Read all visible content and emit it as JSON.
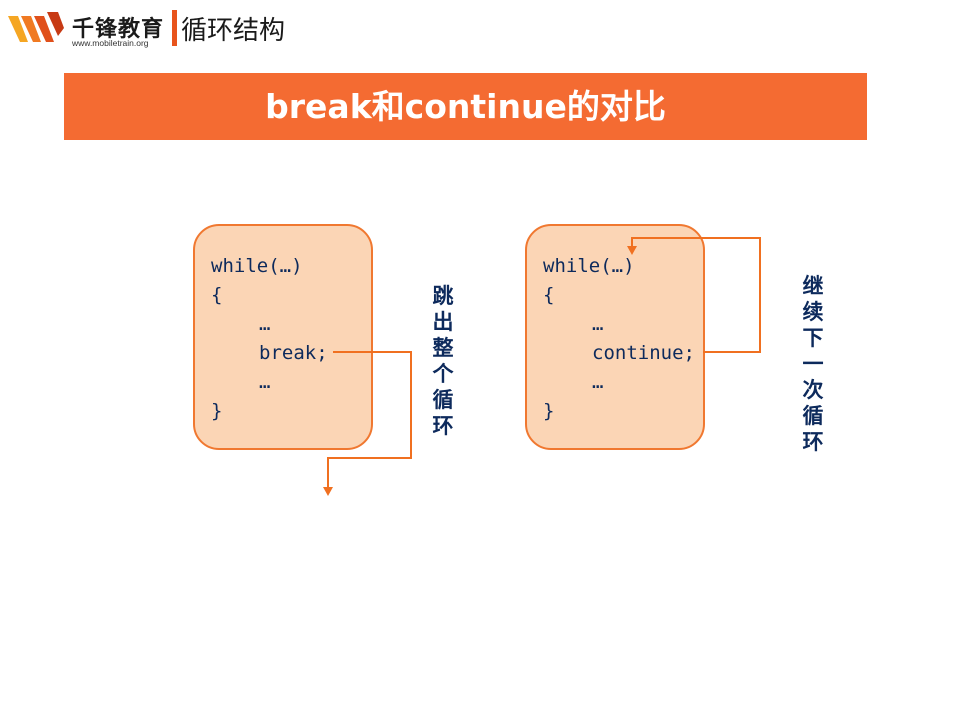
{
  "header": {
    "brand_name": "千锋教育",
    "brand_url": "www.mobiletrain.org",
    "section_title": "循环结构"
  },
  "banner": {
    "title": "break和continue的对比"
  },
  "break_example": {
    "lines": [
      "while(…)",
      "{",
      "…",
      "break;",
      "…",
      "}"
    ],
    "caption": "跳出整个循环"
  },
  "continue_example": {
    "lines": [
      "while(…)",
      "{",
      "…",
      "continue;",
      "…",
      "}"
    ],
    "caption": "继续下一次循环"
  },
  "colors": {
    "accent": "#f46b32",
    "box_fill": "#fbd5b5",
    "box_border": "#f07830",
    "code_text": "#0d2a5c"
  }
}
